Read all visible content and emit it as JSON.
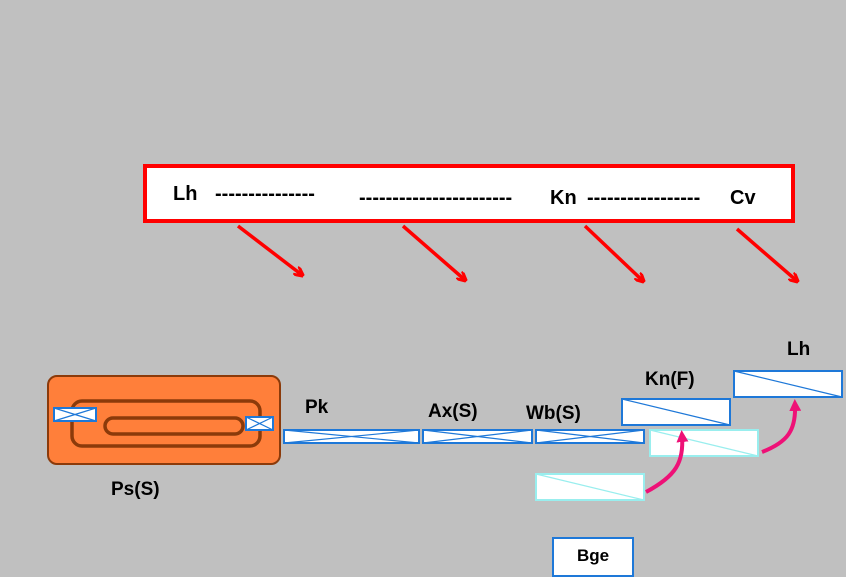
{
  "banner": {
    "start_label": "Lh",
    "dashes_1": "---------------",
    "dashes_2": "-----------------------",
    "mid_label": "Kn",
    "dashes_3": "-----------------",
    "end_label": "Cv"
  },
  "labels": {
    "ps": "Ps(S)",
    "pk": "Pk",
    "ax": "Ax(S)",
    "wb": "Wb(S)",
    "kn_f": "Kn(F)",
    "lh": "Lh",
    "bge": "Bge"
  },
  "colors": {
    "background": "#c0c0c0",
    "banner_border": "#ff0000",
    "arrow_red": "#ff0000",
    "arrow_magenta": "#ee1177",
    "blue_outline": "#1e78d8",
    "light_cyan_outline": "#99eeee",
    "ps_fill": "#ff7f3a",
    "ps_outline": "#8b3a0a"
  }
}
